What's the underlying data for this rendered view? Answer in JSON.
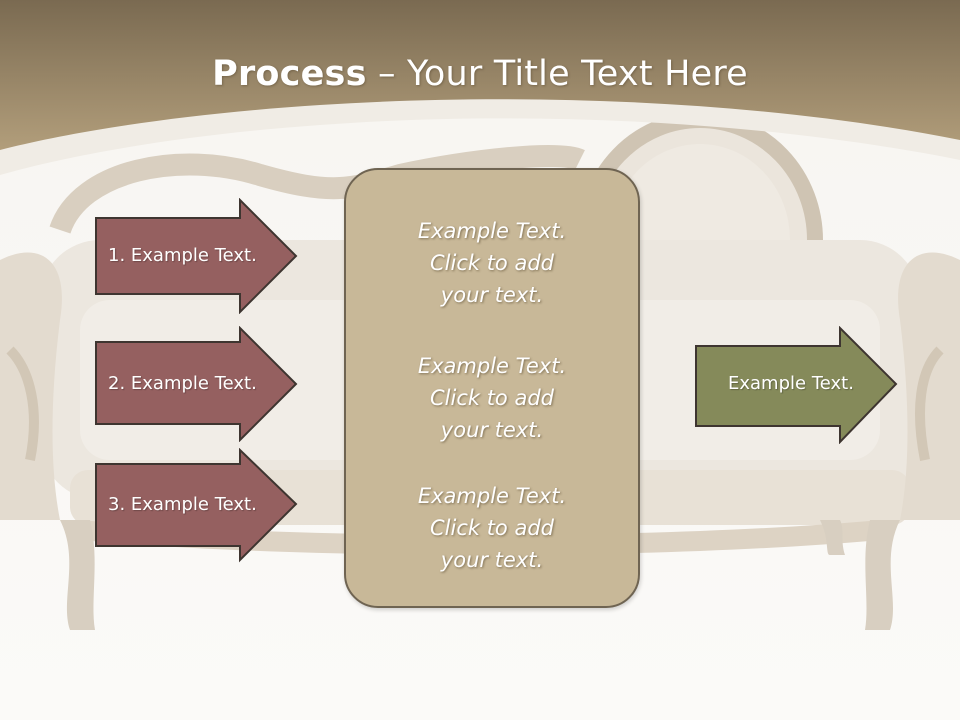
{
  "title": {
    "bold": "Process",
    "rest": " – Your Title Text Here"
  },
  "left_arrows": [
    {
      "label": "1. Example Text."
    },
    {
      "label": "2. Example Text."
    },
    {
      "label": "3. Example Text."
    }
  ],
  "center_box": {
    "paragraphs": [
      {
        "lines": [
          "Example Text.",
          "Click  to add",
          "your text."
        ]
      },
      {
        "lines": [
          "Example Text.",
          "Click  to add",
          "your text."
        ]
      },
      {
        "lines": [
          "Example Text.",
          "Click  to add",
          "your text."
        ]
      }
    ]
  },
  "right_arrow": {
    "label": "Example Text."
  },
  "colors": {
    "header": "#a48e6b",
    "left_arrow_fill": "#956060",
    "right_arrow_fill": "#858a5a",
    "box_fill": "#c8b898",
    "outline": "#3e3530"
  }
}
